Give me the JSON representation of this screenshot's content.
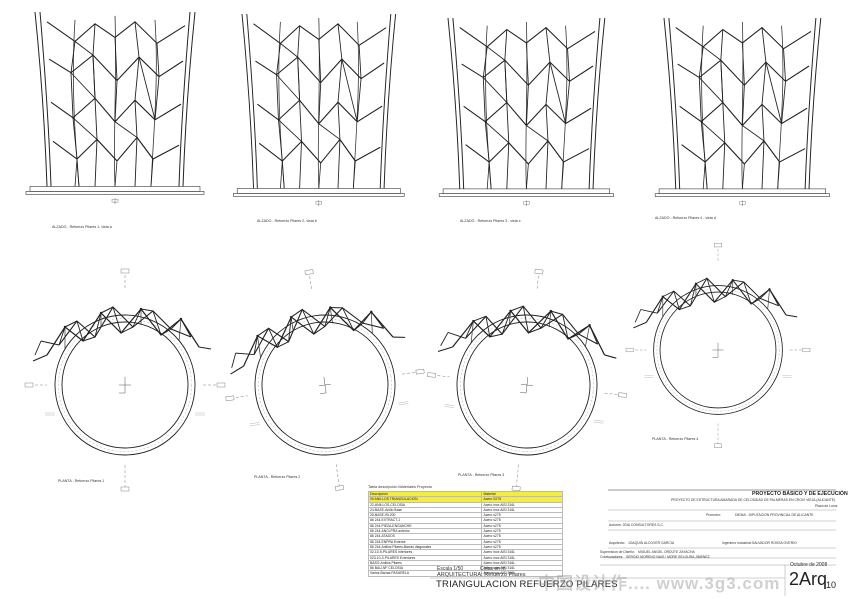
{
  "elevations": [
    {
      "caption": "ALZADO - Refuerzo Pilares 1- vista a"
    },
    {
      "caption": "ALZADO - Refuerzo Pilares 2- vista b"
    },
    {
      "caption": "ALZADO - Refuerzo Pilares 3 - vista c"
    },
    {
      "caption": "ALZADO - Refuerzo Pilares 4 - vista d"
    }
  ],
  "plans": [
    {
      "caption": "PLANTA - Refuerzo Pilares 1"
    },
    {
      "caption": "PLANTA - Refuerzo Pilares 2"
    },
    {
      "caption": "PLANTA - Refuerzo Pilares 3"
    },
    {
      "caption": "PLANTA - Refuerzo Pilares 4"
    }
  ],
  "materials_table": {
    "title": "Tabla descripción Materiales Proyecto",
    "headers": [
      "Descripción",
      "Material"
    ],
    "rows": [
      [
        "00 ANILLOS TRIANGULACION",
        "Acero S275"
      ],
      [
        "22-ANILLOS-CELOSIA",
        "Acero inox AISI 316L"
      ],
      [
        "24-BASE-Anillo Base",
        "Acero inox AISI 316L"
      ],
      [
        "25-BASE-90.200",
        "Acero s275"
      ],
      [
        "86 244-EXTRACT-1",
        "Acero s275"
      ],
      [
        "86 244-PIEZA-ENGANCHE",
        "Acero s275"
      ],
      [
        "86 244-ANCLPRA anterior",
        "Acero s275"
      ],
      [
        "86 244-ATADOS",
        "Acero s275"
      ],
      [
        "86 244-ENPRA Exterior",
        "Acero s275"
      ],
      [
        "86 244-Anillos Pilares-Barras diagonales",
        "Acero s275"
      ],
      [
        "02-10-9-PILARES Interiores",
        "Acero inox AISI 316L"
      ],
      [
        "023-10-3-PILARES Exteriores",
        "Acero inox AISI 316L"
      ],
      [
        "BASO-Anillos Pilares",
        "Acero inox AISI 316L"
      ],
      [
        "86 BAU-NF CELOSIA",
        "Acero inox AISI 316L"
      ],
      [
        "Varios-Barras PASARELA",
        "Acero inox AISI 316L"
      ]
    ]
  },
  "title_block": {
    "project_title": "PROYECTO BÁSICO Y DE EJECUCIÓN",
    "project_desc": "PROYECTO DE ESTRUCTURA AMARADA DE CELOSIDAD DE PALMERAS EN CROIX VIEJA (ALICANTE)",
    "place": "Plaza de Luxor",
    "promoter_label": "Promotor:",
    "promoter": "DIEMA - DIPUTACION PROVINCIAL DE ALICANTE",
    "authors": "Autores: 2DIA CONSULTORES S.C.",
    "architect_label": "Arquitecto:",
    "architect": "JOAQUIN ALCOVER GARCIA",
    "engineer_label": "Ingeniero Industrial:",
    "engineer": "SALVADOR ROSSA OVERIO",
    "supervisor_label": "Supervision de Diseño:",
    "supervisor": "MIGUEL ANGEL ORDUTE ZAYACHA",
    "collab_label": "Colaboradores:",
    "collab": "SERGIO MORENO NAIS / MORE SELOURA JIMENEZ",
    "scale": "Escala 1/50",
    "units": "Cotas en m",
    "date": "Octubre de 2008",
    "discipline": "ARQUITECTURA: Refuerzo Pilares",
    "drawing_title": "TRIANGULACION REFUERZO PILARES",
    "code": "2Arq",
    "sheet": "10"
  },
  "watermark": "中国设计作.... www.3g3.com"
}
